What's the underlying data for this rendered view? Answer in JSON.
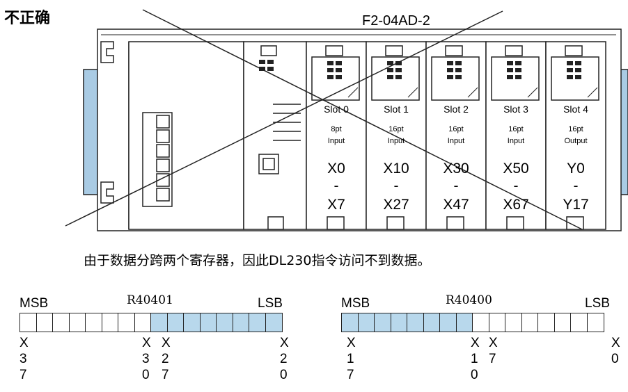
{
  "title": "不正确",
  "module_label": "F2-04AD-2",
  "slots": [
    {
      "name": "Slot 0",
      "points": "8pt",
      "type": "Input",
      "start": "X0",
      "dash": "-",
      "end": "X7"
    },
    {
      "name": "Slot 1",
      "points": "16pt",
      "type": "Input",
      "start": "X10",
      "dash": "-",
      "end": "X27"
    },
    {
      "name": "Slot 2",
      "points": "16pt",
      "type": "Input",
      "start": "X30",
      "dash": "-",
      "end": "X47"
    },
    {
      "name": "Slot 3",
      "points": "16pt",
      "type": "Input",
      "start": "X50",
      "dash": "-",
      "end": "X67"
    },
    {
      "name": "Slot 4",
      "points": "16pt",
      "type": "Output",
      "start": "Y0",
      "dash": "-",
      "end": "Y17"
    }
  ],
  "caption": "由于数据分跨两个寄存器，因此DL230指令访问不到数据。",
  "registers": [
    {
      "msb": "MSB",
      "name": "R40401",
      "lsb": "LSB",
      "highlight": "low-half",
      "marks": [
        {
          "letter": "X",
          "d1": "3",
          "d2": "7"
        },
        {
          "letter": "X",
          "d1": "3",
          "d2": "0"
        },
        {
          "letter": "X",
          "d1": "2",
          "d2": "7"
        },
        {
          "letter": "X",
          "d1": "2",
          "d2": "0"
        }
      ]
    },
    {
      "msb": "MSB",
      "name": "R40400",
      "lsb": "LSB",
      "highlight": "high-half",
      "marks": [
        {
          "letter": "X",
          "d1": "1",
          "d2": "7"
        },
        {
          "letter": "X",
          "d1": "1",
          "d2": "0"
        },
        {
          "letter": "X",
          "d1": "7",
          "d2": ""
        },
        {
          "letter": "X",
          "d1": "0",
          "d2": ""
        }
      ]
    }
  ],
  "colors": {
    "highlight": "#b8d8ec",
    "rail": "#a9cbe4",
    "outline": "#222222"
  }
}
